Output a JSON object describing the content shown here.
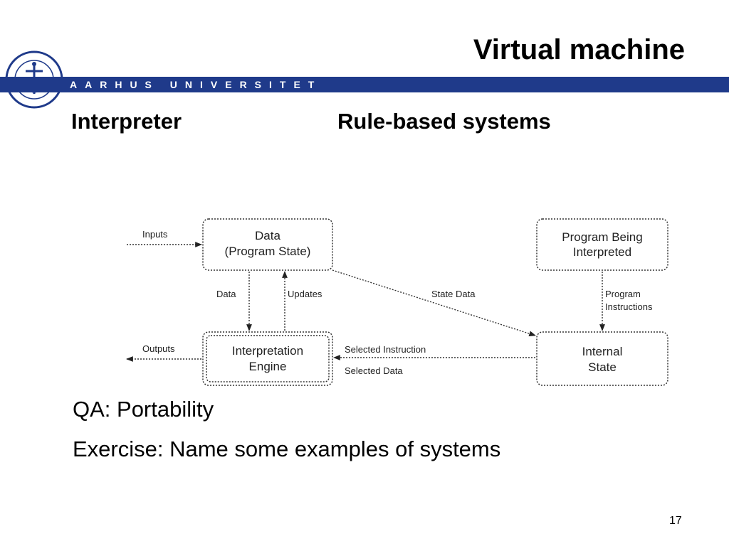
{
  "slide": {
    "title": "Virtual machine",
    "institution": "AARHUS UNIVERSITET",
    "subheading_left": "Interpreter",
    "subheading_right": "Rule-based systems",
    "bullets": [
      "QA: Portability",
      "Exercise: Name some examples of systems"
    ],
    "page_number": "17"
  },
  "diagram": {
    "boxes": {
      "data": [
        "Data",
        "(Program State)"
      ],
      "program": [
        "Program Being",
        "Interpreted"
      ],
      "engine": [
        "Interpretation",
        "Engine"
      ],
      "state": [
        "Internal",
        "State"
      ]
    },
    "labels": {
      "inputs": "Inputs",
      "outputs": "Outputs",
      "data": "Data",
      "updates": "Updates",
      "state_data": "State Data",
      "program_instructions": [
        "Program",
        "Instructions"
      ],
      "selected_instruction": "Selected Instruction",
      "selected_data": "Selected Data"
    }
  },
  "colors": {
    "banner": "#1f3a8a"
  }
}
